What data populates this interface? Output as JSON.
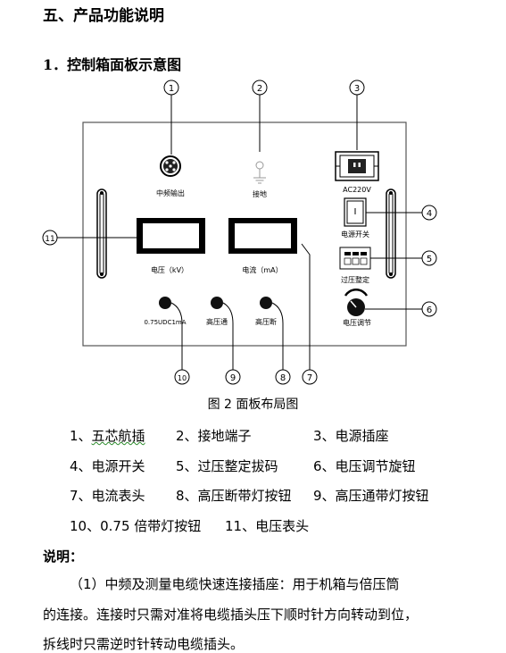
{
  "section_title": "五、产品功能说明",
  "subsection_title": "1．控制箱面板示意图",
  "figure": {
    "caption": "图 2  面板布局图",
    "callouts": [
      "1",
      "2",
      "3",
      "4",
      "5",
      "6",
      "7",
      "8",
      "9",
      "10",
      "11"
    ],
    "panel_labels": {
      "zhongpin": "中频输出",
      "jiedi": "接地",
      "ac220": "AC220V",
      "power_switch": "电源开关",
      "overvoltage": "过压整定",
      "voltage_adjust": "电压调节",
      "voltage_meter": "电压（kV）",
      "current_meter": "电流（mA）",
      "btn_075": "0.75UDC1mA",
      "btn_hv_on": "高压通",
      "btn_hv_off": "高压断"
    }
  },
  "legend": [
    {
      "num": "1、",
      "text": "五芯航插"
    },
    {
      "num": "2、",
      "text": "接地端子"
    },
    {
      "num": "3、",
      "text": "电源插座"
    },
    {
      "num": "4、",
      "text": "电源开关"
    },
    {
      "num": "5、",
      "text": "过压整定拔码"
    },
    {
      "num": "6、",
      "text": "电压调节旋钮"
    },
    {
      "num": "7、",
      "text": "电流表头"
    },
    {
      "num": "8、",
      "text": "高压断带灯按钮"
    },
    {
      "num": "9、",
      "text": "高压通带灯按钮"
    },
    {
      "num": "10、",
      "text": "0.75 倍带灯按钮"
    },
    {
      "num": "11、",
      "text": "电压表头"
    }
  ],
  "description": {
    "heading": "说明：",
    "lines": [
      "（1）中频及测量电缆快速连接插座：用于机箱与倍压筒",
      "的连接。连接时只需对准将电缆插头压下顺时针方向转动到位，",
      "拆线时只需逆时针转动电缆插头。"
    ]
  }
}
